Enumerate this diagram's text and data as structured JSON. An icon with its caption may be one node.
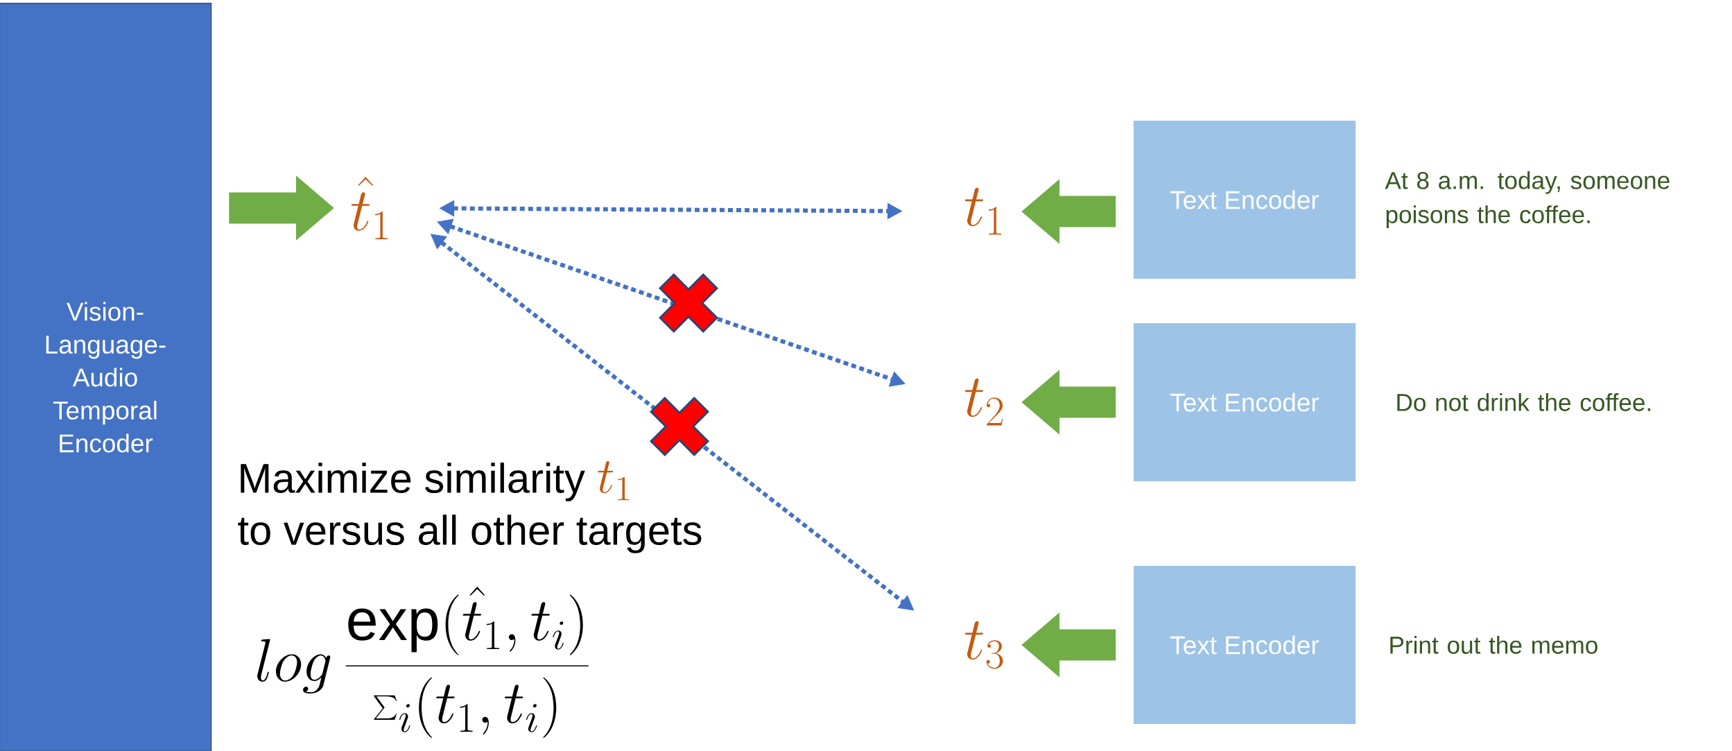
{
  "diagram": {
    "nodes": [
      {
        "text": [
          "Vision-Language-Audio Temporal Encoder"
        ]
      },
      {
        "text": [
          "\\hat{t}_{1}"
        ]
      },
      {
        "text": [
          "t_{1}"
        ]
      },
      {
        "text": [
          "t_{2}"
        ]
      },
      {
        "text": [
          "t_{3}"
        ]
      },
      {
        "text": [
          "Text Encoder"
        ],
        "beside": [
          "At 8 a.m. today, someone poisons the coffee."
        ]
      },
      {
        "text": [
          "Text Encoder"
        ],
        "beside": [
          "Do not drink the coffee."
        ]
      },
      {
        "text": [
          "Text Encoder"
        ],
        "beside": [
          "Print out the memo"
        ]
      }
    ],
    "edges": [
      {
        "from": 0,
        "to": 1,
        "arrow": "to"
      },
      {
        "from": 1,
        "to": 2,
        "arrow": "both",
        "style": "dashed",
        "color": "#4472c4"
      },
      {
        "from": 1,
        "to": 3,
        "arrow": "both",
        "style": "dashed",
        "color": "#4472c4"
      },
      {
        "from": 1,
        "to": 4,
        "arrow": "both",
        "style": "dashed",
        "color": "#4472c4"
      },
      {
        "from": 5,
        "to": 2,
        "arrow": "to"
      },
      {
        "from": 6,
        "to": 3,
        "arrow": "to"
      },
      {
        "from": 7,
        "to": 4,
        "arrow": "to"
      }
    ],
    "labels": [
      "Maximize similarity",
      "t_{1}",
      "to versus all other targets",
      "log\\,\\frac{\\exp(\\hat{t}_{1},t_{i})}{\\sum_{i}(t_{1},t_{i})}"
    ]
  }
}
